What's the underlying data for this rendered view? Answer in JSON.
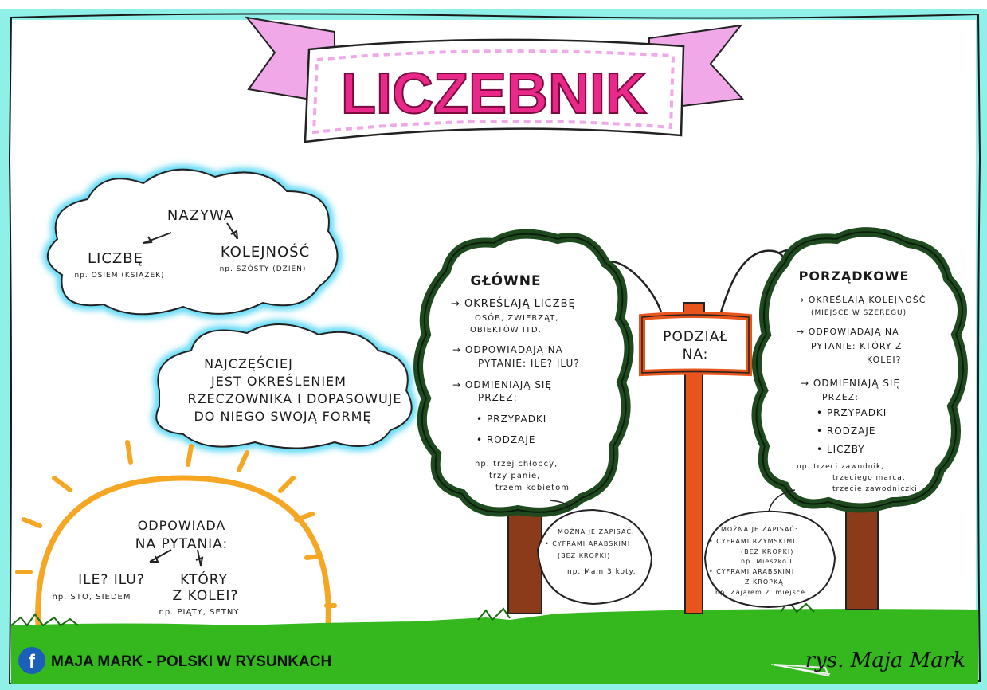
{
  "title": "LICZEBNIK",
  "definition_cloud": {
    "heading": "NAZYWA",
    "left_label": "LICZBĘ",
    "left_example": "np. OSIEM (KSIĄŻEK)",
    "right_label": "KOLEJNOŚĆ",
    "right_example": "np. SZÓSTY (DZIEŃ)"
  },
  "usage_cloud": {
    "lines": [
      "NAJCZĘŚCIEJ",
      "JEST OKREŚLENIEM",
      "RZECZOWNIKA I DOPASOWUJE",
      "DO NIEGO SWOJĄ FORMĘ"
    ]
  },
  "sun": {
    "heading_line1": "ODPOWIADA",
    "heading_line2": "NA PYTANIA:",
    "left_q": "ILE? ILU?",
    "left_example": "np. STO, SIEDEM",
    "right_q_line1": "KTÓRY",
    "right_q_line2": "Z KOLEI?",
    "right_example": "np. PIĄTY, SETNY"
  },
  "sign": {
    "line1": "PODZIAŁ",
    "line2": "NA:"
  },
  "tree_main": {
    "title": "GŁÓWNE",
    "p1": "→ OKREŚLAJĄ LICZBĘ",
    "p1a": "OSÓB, ZWIERZĄT,",
    "p1b": "OBIEKTÓW ITD.",
    "p2": "→ ODPOWIADAJĄ NA",
    "p2a": "PYTANIE: ILE? ILU?",
    "p3": "→ ODMIENIAJĄ SIĘ",
    "p3a": "PRZEZ:",
    "b1": "• PRZYPADKI",
    "b2": "• RODZAJE",
    "ex1": "np. trzej chłopcy,",
    "ex2": "trzy panie,",
    "ex3": "trzem kobietom"
  },
  "tree_main_note": {
    "l1": "MOŻNA JE ZAPISAĆ:",
    "l2": "• CYFRAMI ARABSKIMI",
    "l3": "(BEZ KROPKI)",
    "l4": "np. Mam 3 koty."
  },
  "tree_ord": {
    "title": "PORZĄDKOWE",
    "p1": "→ OKREŚLAJĄ KOLEJNOŚĆ",
    "p1a": "(MIEJSCE W SZEREGU)",
    "p2": "→ ODPOWIADAJĄ NA",
    "p2a": "PYTANIE: KTÓRY Z",
    "p2b": "KOLEI?",
    "p3": "→ ODMIENIAJĄ SIĘ",
    "p3a": "PRZEZ:",
    "b1": "• PRZYPADKI",
    "b2": "• RODZAJE",
    "b3": "• LICZBY",
    "ex1": "np. trzeci zawodnik,",
    "ex2": "trzeciego marca,",
    "ex3": "trzecie zawodniczki"
  },
  "tree_ord_note": {
    "l1": "MOŻNA JE ZAPISAĆ:",
    "l2": "• CYFRAMI RZYMSKIMI",
    "l3": "(BEZ KROPKI)",
    "l4": "np. Mieszko I",
    "l5": "• CYFRAMI ARABSKIMI",
    "l6": "Z KROPKĄ",
    "l7": "np. Zająłem 2. miejsce."
  },
  "footer": {
    "brand": "MAJA MARK - POLSKI W RYSUNKACH",
    "signature": "rys. Maja Mark",
    "facebook_icon": "facebook-icon"
  },
  "colors": {
    "border_cyan": "#8ff0e8",
    "title_pink": "#e8298a",
    "ribbon": "#f0a8e8",
    "cloud_glow": "#5ad8f5",
    "tree_dark": "#1f4a1f",
    "trunk": "#8b3a1a",
    "sun_orange": "#f5a623",
    "grass": "#34b81e",
    "sign_orange": "#e8551c"
  }
}
